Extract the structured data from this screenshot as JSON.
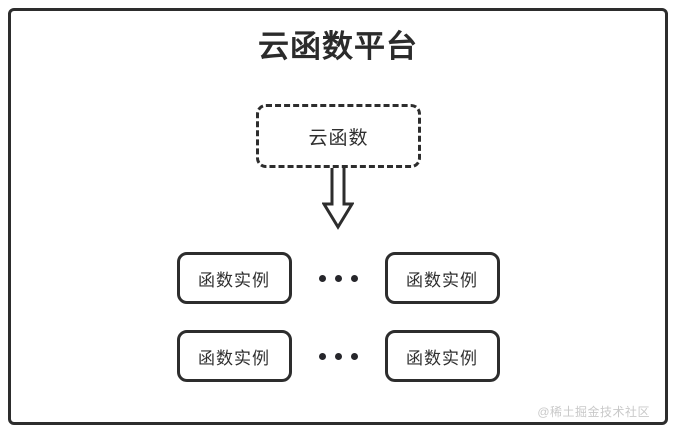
{
  "frame": {
    "border_color": "#2d2d2d",
    "background": "#ffffff"
  },
  "title": {
    "text": "云函数平台"
  },
  "cloud_function": {
    "label": "云函数",
    "border_style": "dashed"
  },
  "arrow": {
    "direction": "down",
    "name": "downward-hollow-arrow",
    "color": "#2d2d2d"
  },
  "instances": {
    "ellipsis": "• • •",
    "rows": [
      {
        "left_label": "函数实例",
        "right_label": "函数实例"
      },
      {
        "left_label": "函数实例",
        "right_label": "函数实例"
      }
    ]
  },
  "watermark": {
    "text": "@稀土掘金技术社区",
    "color": "#c9c9c9"
  }
}
